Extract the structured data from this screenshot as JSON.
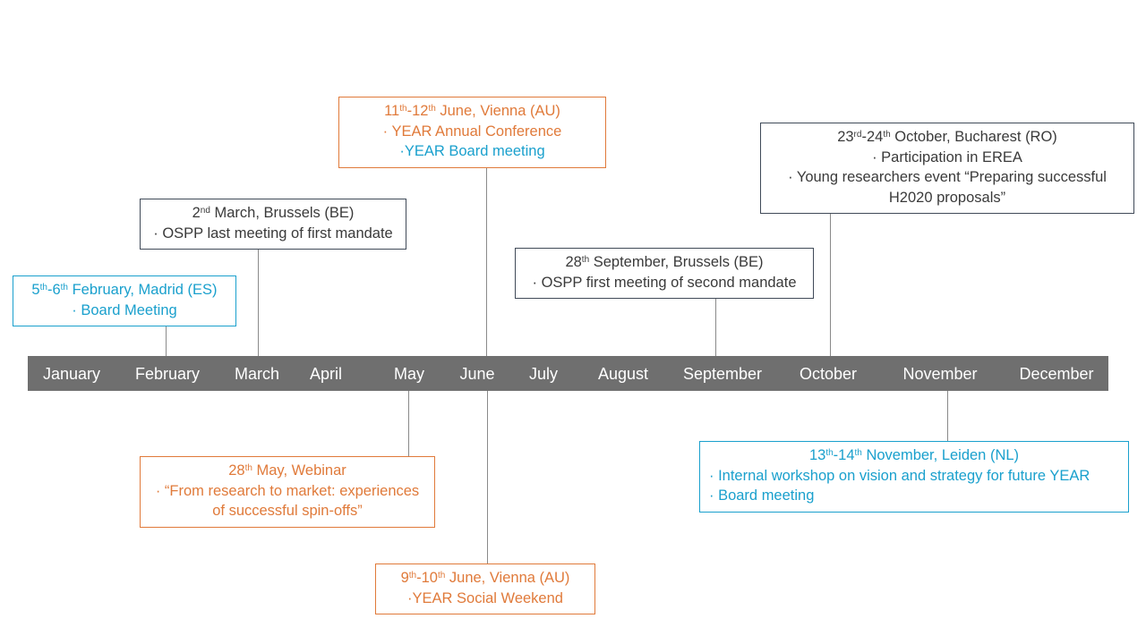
{
  "colors": {
    "bar": "#6f6f6f",
    "gray": "#3a3a3a",
    "blue": "#1aa0cd",
    "orange": "#e07a3a"
  },
  "timeline": {
    "months": [
      "January",
      "February",
      "March",
      "April",
      "May",
      "June",
      "July",
      "August",
      "September",
      "October",
      "November",
      "December"
    ]
  },
  "events": {
    "feb": {
      "ord1": "th",
      "ord2": "th",
      "d1": "5",
      "d2": "6",
      "date_rest": " February, Madrid (ES)",
      "line1": "· Board Meeting"
    },
    "mar": {
      "ord1": "nd",
      "d1": "2",
      "date_rest": " March, Brussels (BE)",
      "line1": "· OSPP last meeting of first mandate"
    },
    "jun_top": {
      "d1": "11",
      "ord1": "th",
      "d2": "12",
      "ord2": "th",
      "date_rest": " June, Vienna (AU)",
      "line1": "· YEAR Annual Conference",
      "line2": "·YEAR Board meeting"
    },
    "sep": {
      "d1": "28",
      "ord1": "th",
      "date_rest": " September, Brussels (BE)",
      "line1": "· OSPP first meeting of second mandate"
    },
    "oct": {
      "d1": "23",
      "ord1": "rd",
      "d2": "24",
      "ord2": "th",
      "date_rest": " October, Bucharest (RO)",
      "line1": "· Participation in EREA",
      "line2": "· Young researchers event “Preparing successful",
      "line3": "H2020 proposals”"
    },
    "may": {
      "d1": "28",
      "ord1": "th",
      "date_rest": " May, Webinar",
      "line1": "· “From research to market: experiences",
      "line2": "of successful spin-offs”"
    },
    "jun_bottom": {
      "d1": "9",
      "ord1": "th",
      "d2": "10",
      "ord2": "th",
      "date_rest": " June, Vienna (AU)",
      "line1": "·YEAR Social Weekend"
    },
    "nov": {
      "d1": "13",
      "ord1": "th",
      "d2": "14",
      "ord2": "th",
      "date_rest": " November, Leiden (NL)",
      "line1": "· Internal workshop on vision and strategy for future YEAR",
      "line2": "· Board meeting"
    }
  }
}
